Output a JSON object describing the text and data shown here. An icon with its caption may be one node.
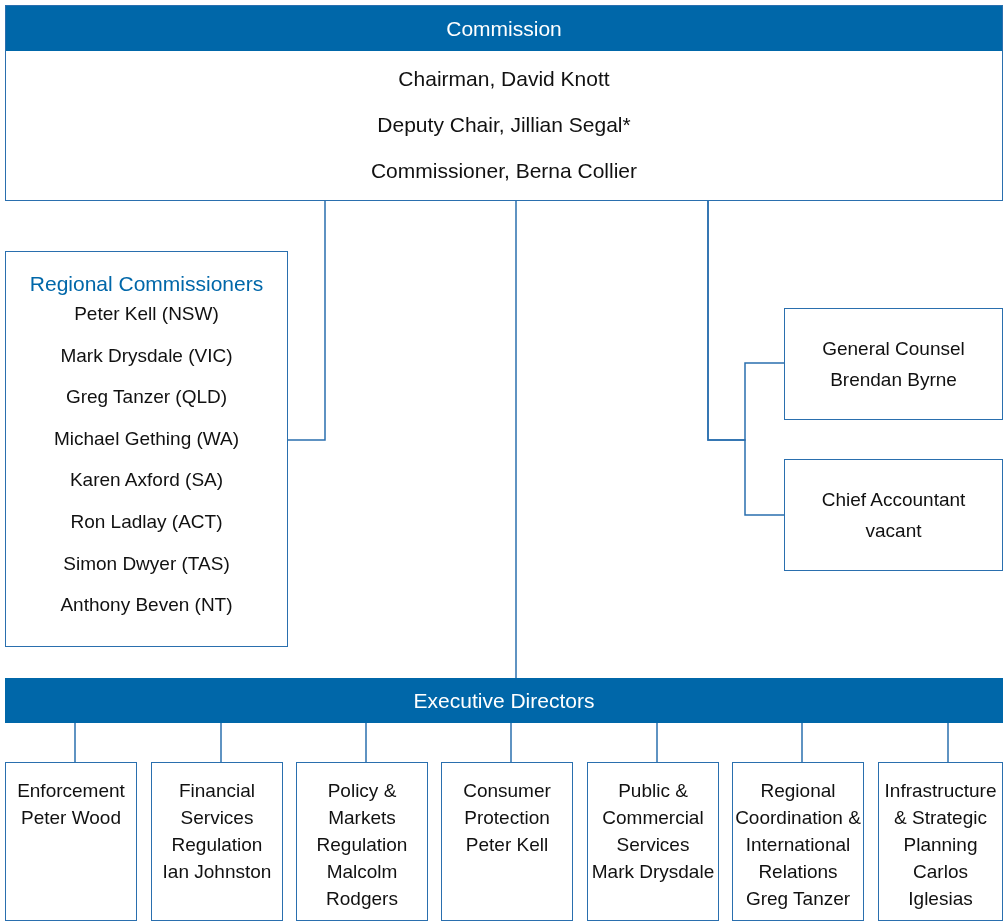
{
  "diagram": {
    "nodes": [
      {
        "text": [
          "Commission",
          "Chairman, David Knott",
          "Deputy Chair, Jillian Segal*",
          "Commissioner, Berna Collier"
        ]
      },
      {
        "text": [
          "Regional Commissioners",
          "Peter Kell (NSW)",
          "Mark Drysdale (VIC)",
          "Greg Tanzer (QLD)",
          "Michael Gething (WA)",
          "Karen Axford (SA)",
          "Ron Ladlay (ACT)",
          "Simon Dwyer (TAS)",
          "Anthony Beven (NT)"
        ]
      },
      {
        "text": [
          "General Counsel",
          "Brendan Byrne"
        ]
      },
      {
        "text": [
          "Chief Accountant",
          "vacant"
        ]
      },
      {
        "text": [
          "Executive Directors"
        ]
      },
      {
        "text": [
          "Enforcement",
          "Peter Wood"
        ]
      },
      {
        "text": [
          "Financial Services Regulation",
          "Ian Johnston"
        ]
      },
      {
        "text": [
          "Policy & Markets Regulation",
          "Malcolm Rodgers"
        ]
      },
      {
        "text": [
          "Consumer Protection",
          "Peter Kell"
        ]
      },
      {
        "text": [
          "Public & Commercial Services",
          "Mark Drysdale"
        ]
      },
      {
        "text": [
          "Regional Coordination & International Relations",
          "Greg Tanzer"
        ]
      },
      {
        "text": [
          "Infrastructure & Strategic Planning",
          "Carlos Iglesias"
        ]
      }
    ],
    "edges": [
      {
        "from": 0,
        "to": 1,
        "arrow": "none"
      },
      {
        "from": 0,
        "to": 2,
        "arrow": "none"
      },
      {
        "from": 0,
        "to": 3,
        "arrow": "none"
      },
      {
        "from": 0,
        "to": 4,
        "arrow": "none"
      },
      {
        "from": 4,
        "to": 5,
        "arrow": "none"
      },
      {
        "from": 4,
        "to": 6,
        "arrow": "none"
      },
      {
        "from": 4,
        "to": 7,
        "arrow": "none"
      },
      {
        "from": 4,
        "to": 8,
        "arrow": "none"
      },
      {
        "from": 4,
        "to": 9,
        "arrow": "none"
      },
      {
        "from": 4,
        "to": 10,
        "arrow": "none"
      },
      {
        "from": 4,
        "to": 11,
        "arrow": "none"
      }
    ]
  }
}
